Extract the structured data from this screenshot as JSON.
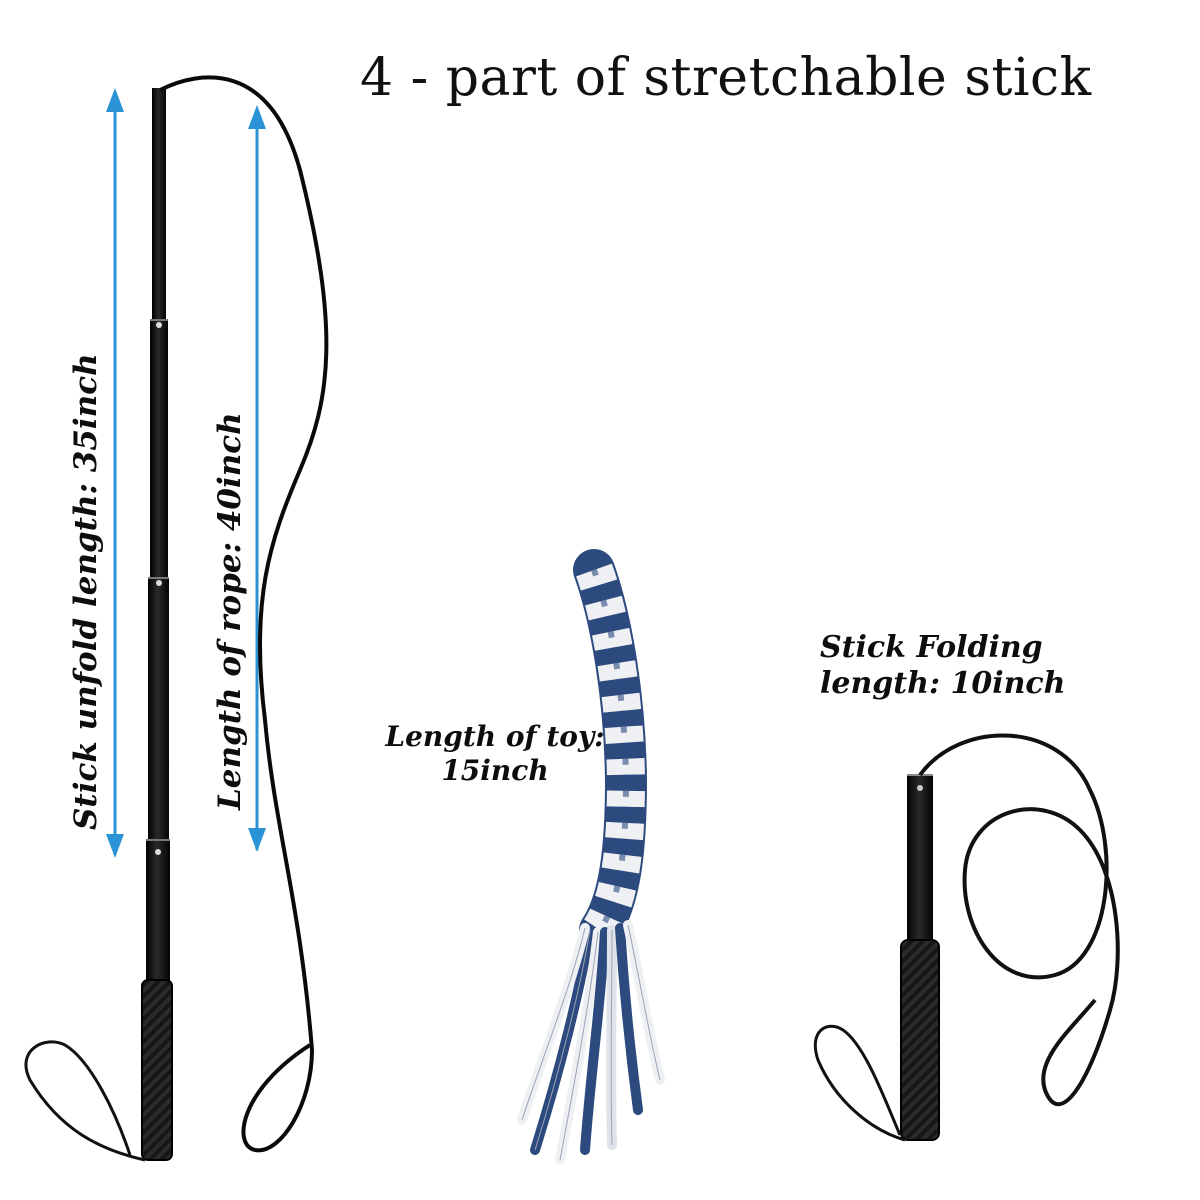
{
  "header": {
    "title": "4 - part of stretchable stick"
  },
  "labels": {
    "stick_unfold": "Stick unfold length: 35inch",
    "rope_length": "Length of rope: 40inch",
    "toy_length_line1": "Length of toy:",
    "toy_length_line2": "15inch",
    "folding_line1": "Stick Folding",
    "folding_line2": "length: 10inch"
  },
  "colors": {
    "arrow": "#2a93d5",
    "stick": "#111111",
    "rope": "#0a0a0a",
    "toy_blue": "#2c4a7e",
    "toy_white": "#eef0f4"
  }
}
